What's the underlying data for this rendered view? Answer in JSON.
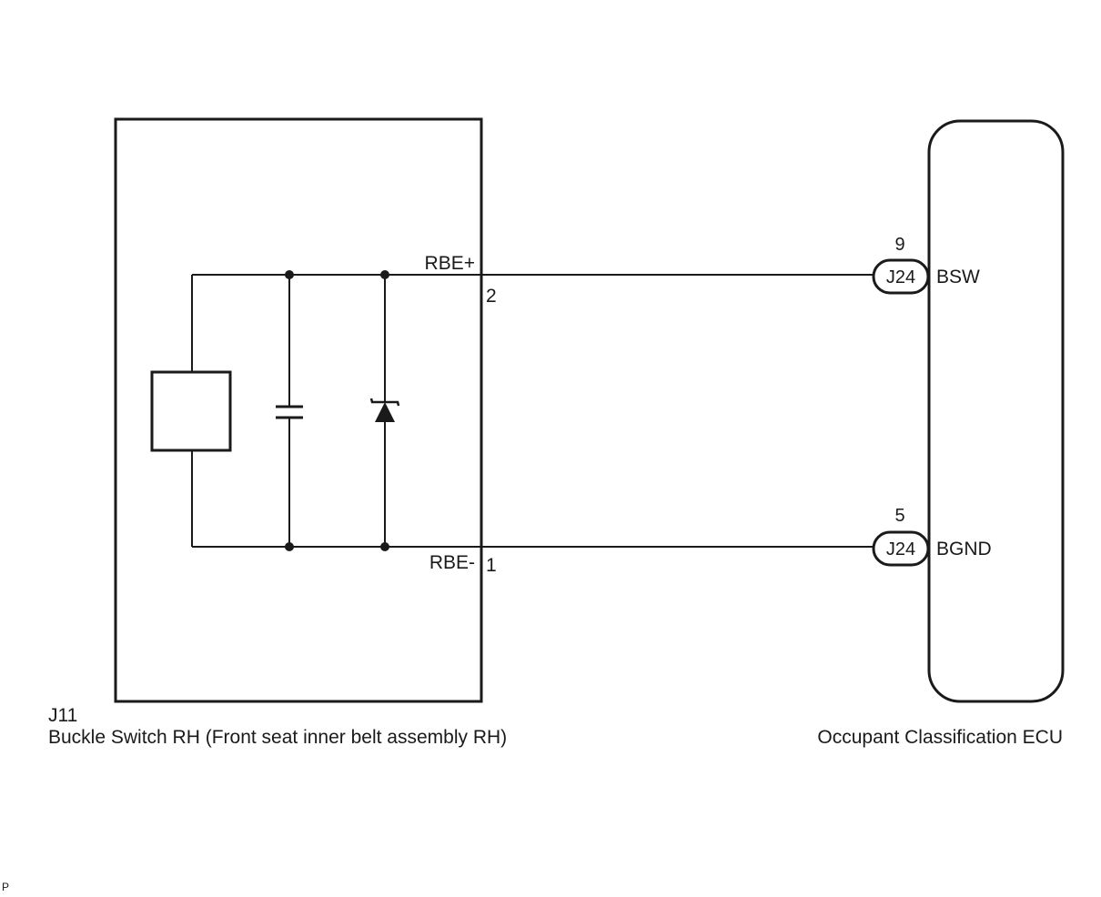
{
  "switch_component": {
    "code": "J11",
    "name": "Buckle Switch RH (Front seat inner belt assembly RH)"
  },
  "ecu_component": {
    "name": "Occupant Classification ECU"
  },
  "circuits": [
    {
      "switch_terminal_name": "RBE+",
      "switch_pin": "2",
      "connector": "J24",
      "ecu_pin": "9",
      "ecu_terminal_name": "BSW"
    },
    {
      "switch_terminal_name": "RBE-",
      "switch_pin": "1",
      "connector": "J24",
      "ecu_pin": "5",
      "ecu_terminal_name": "BGND"
    }
  ],
  "footer_mark": "P",
  "colors": {
    "line": "#1a1a1a",
    "background": "#ffffff"
  },
  "icons": {
    "capacitor": "capacitor-symbol",
    "zener_diode": "zener-diode-symbol",
    "switch_element": "switch-element-box"
  }
}
